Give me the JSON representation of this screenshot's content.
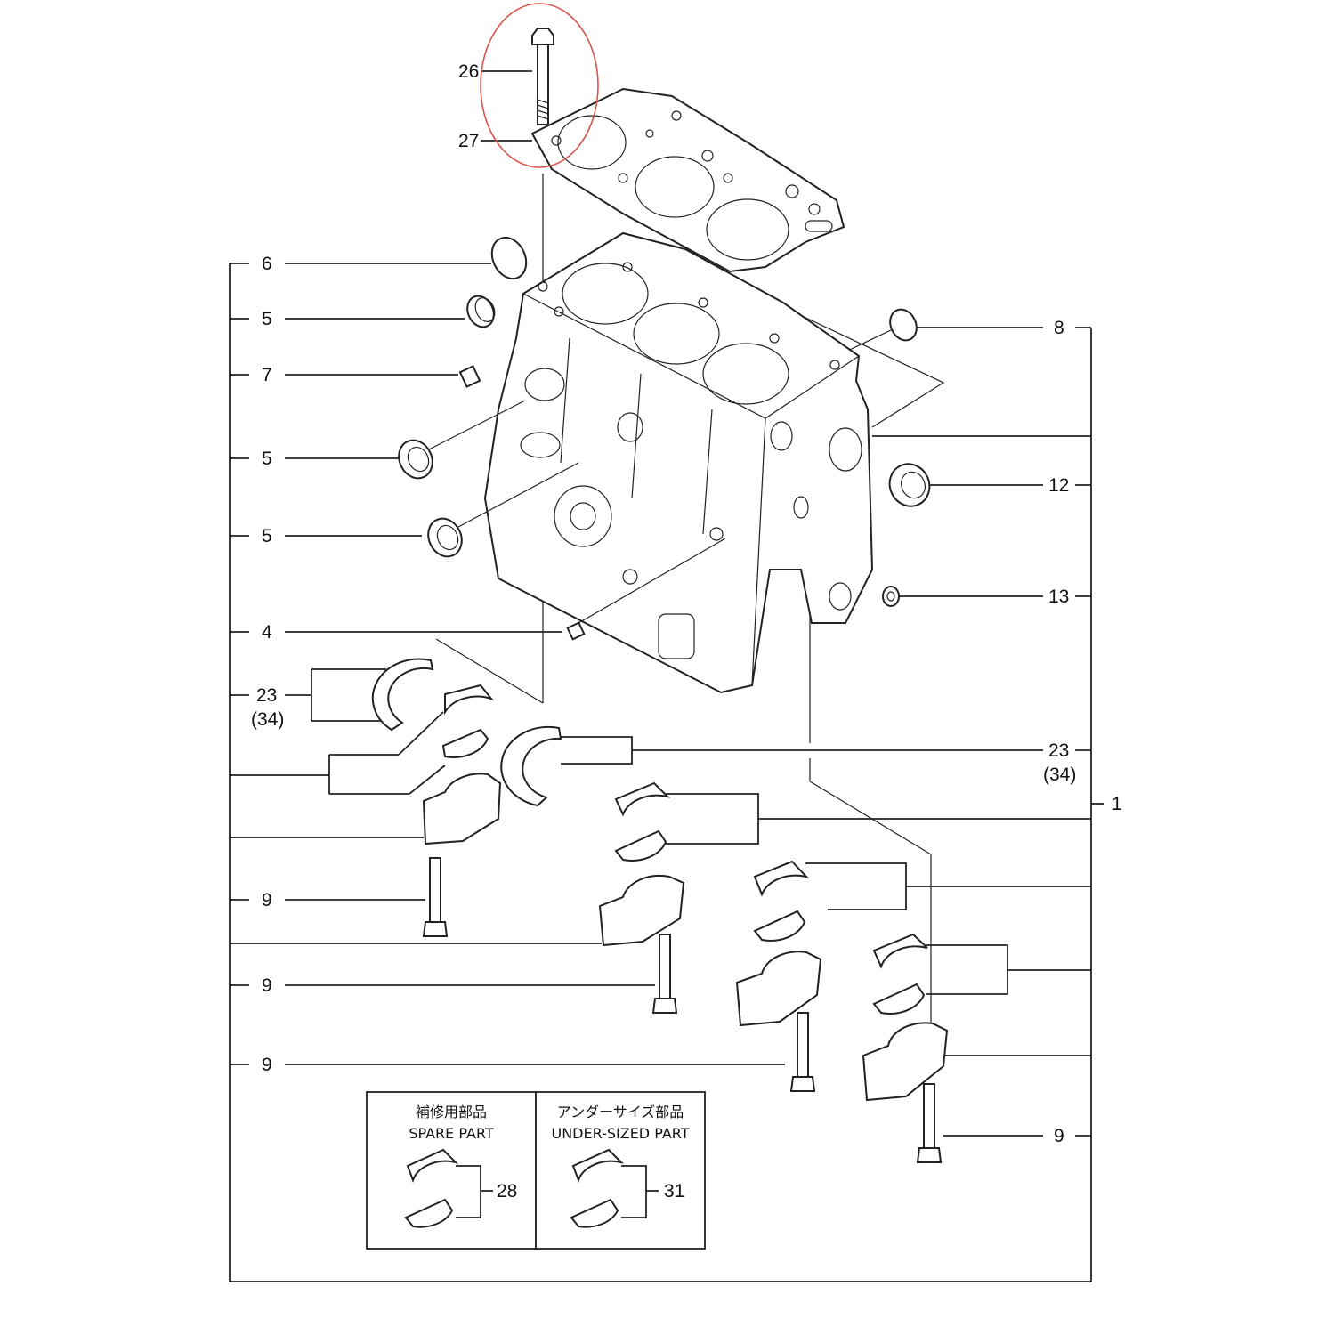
{
  "labels": {
    "p26": "26",
    "p27": "27",
    "p6": "6",
    "p5a": "5",
    "p7": "7",
    "p5b": "5",
    "p5c": "5",
    "p4": "4",
    "p23l": "23",
    "p34l": "(34)",
    "p9a": "9",
    "p9b": "9",
    "p9c": "9",
    "p8": "8",
    "p12": "12",
    "p13": "13",
    "p23r": "23",
    "p34r": "(34)",
    "p1": "1",
    "p9d": "9",
    "p28": "28",
    "p31": "31"
  },
  "spare_box": {
    "title_jp": "補修用部品",
    "title_en": "SPARE PART"
  },
  "under_box": {
    "title_jp": "アンダーサイズ部品",
    "title_en": "UNDER-SIZED PART"
  },
  "colors": {
    "line": "#222222",
    "highlight": "#d9534f",
    "background": "#ffffff"
  },
  "highlight": {
    "shape": "ellipse",
    "target": "26"
  }
}
